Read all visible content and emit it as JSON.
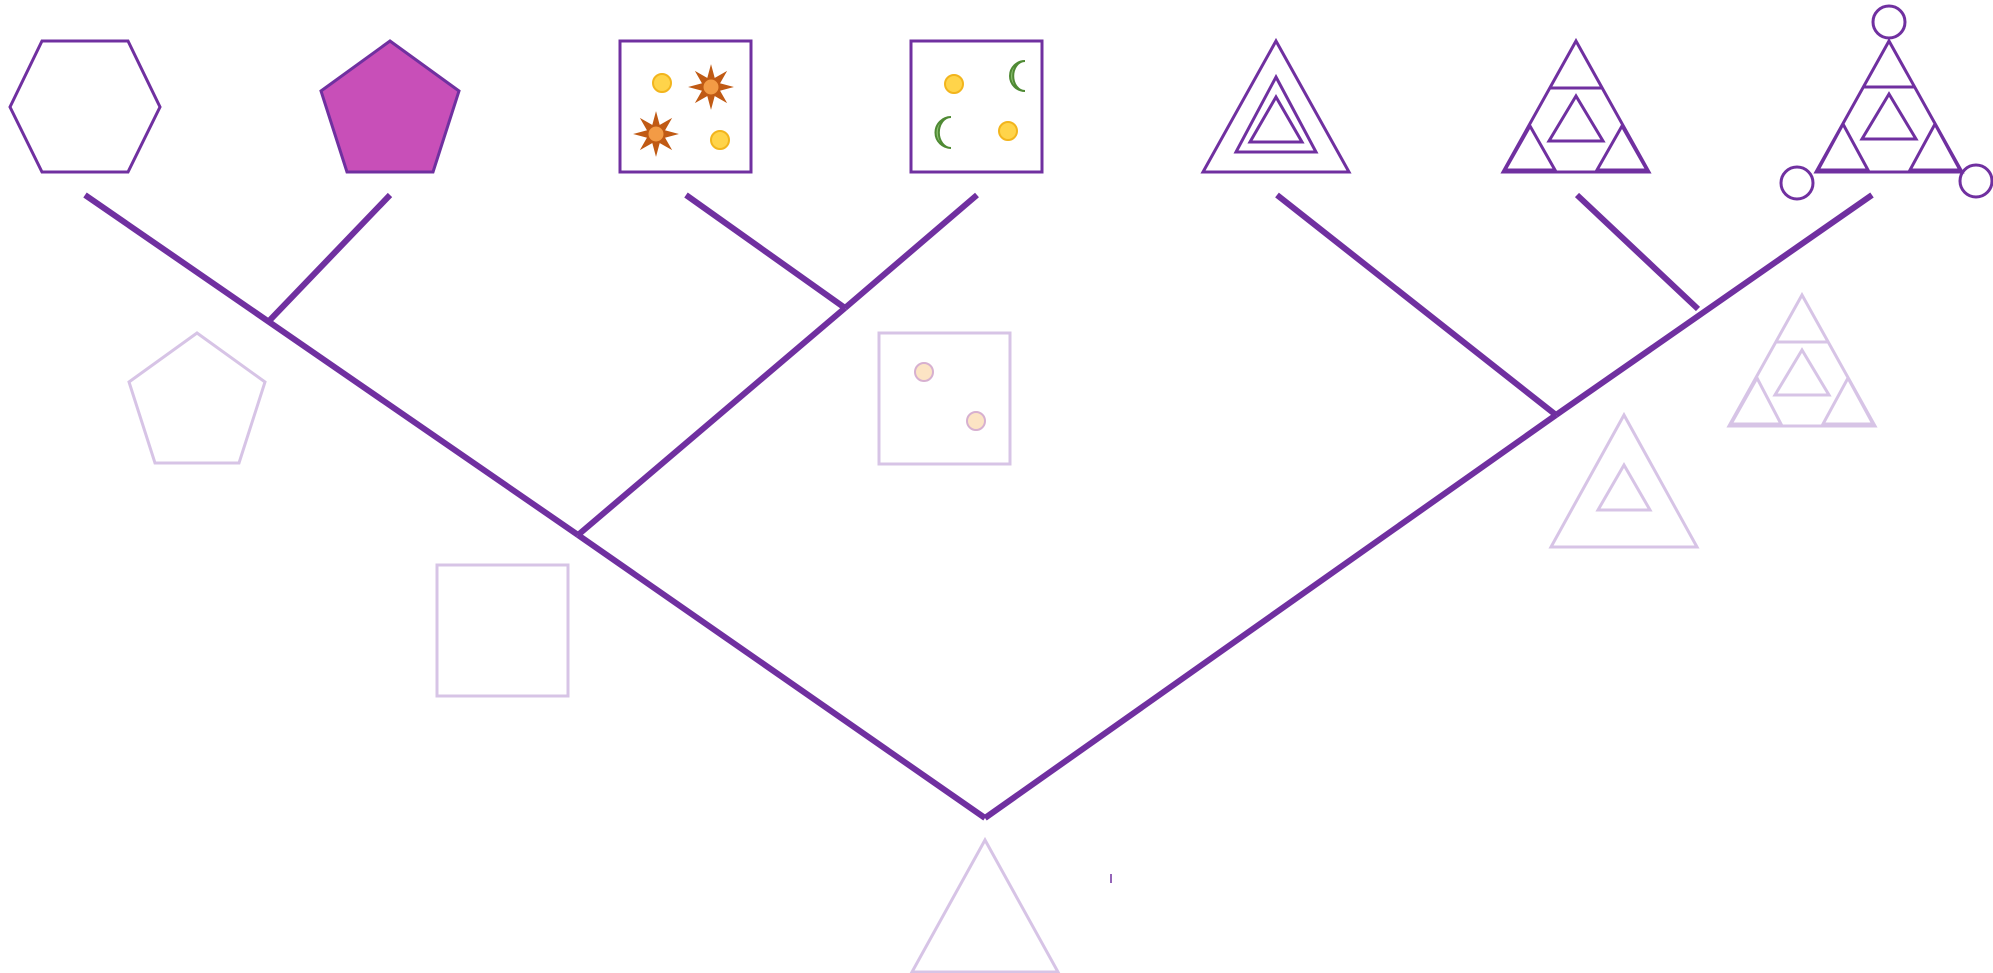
{
  "colors": {
    "branch": "#7030a0",
    "outline": "#7030a0",
    "ancestor": "#d7c4e6",
    "ancestor_dot_fill": "#fce4c4",
    "ancestor_dot_stroke": "#d7b0d0",
    "pentagon_fill": "#c84fb8",
    "sun_fill": "#ffd44a",
    "sun_stroke": "#f2b51d",
    "star_fill": "#f39b45",
    "star_stroke": "#c05a14",
    "moon_fill": "#8cc070",
    "moon_stroke": "#4f8a34"
  },
  "tips": [
    {
      "id": "hexagon",
      "shape": "hexagon-outline"
    },
    {
      "id": "pentagon-filled",
      "shape": "pentagon-filled"
    },
    {
      "id": "square-suns-stars",
      "shape": "square",
      "contents": [
        "sun",
        "star",
        "star",
        "sun"
      ]
    },
    {
      "id": "square-suns-moons",
      "shape": "square",
      "contents": [
        "sun",
        "moon",
        "moon",
        "sun"
      ]
    },
    {
      "id": "triangle-nested",
      "shape": "triangle",
      "pattern": "nested-triangles"
    },
    {
      "id": "triangle-subdivided",
      "shape": "triangle",
      "pattern": "subdivided-with-inner-triangle"
    },
    {
      "id": "triangle-subdivided-circles",
      "shape": "triangle",
      "pattern": "subdivided-with-corner-circles"
    }
  ],
  "ancestors": [
    {
      "id": "root",
      "shape": "triangle"
    },
    {
      "id": "pentagon",
      "shape": "pentagon"
    },
    {
      "id": "square",
      "shape": "square"
    },
    {
      "id": "square-two-dots",
      "shape": "square",
      "contents": [
        "dot",
        "dot"
      ]
    },
    {
      "id": "triangle-inner",
      "shape": "triangle",
      "pattern": "inner-triangle"
    },
    {
      "id": "triangle-subdivided",
      "shape": "triangle",
      "pattern": "subdivided"
    }
  ]
}
